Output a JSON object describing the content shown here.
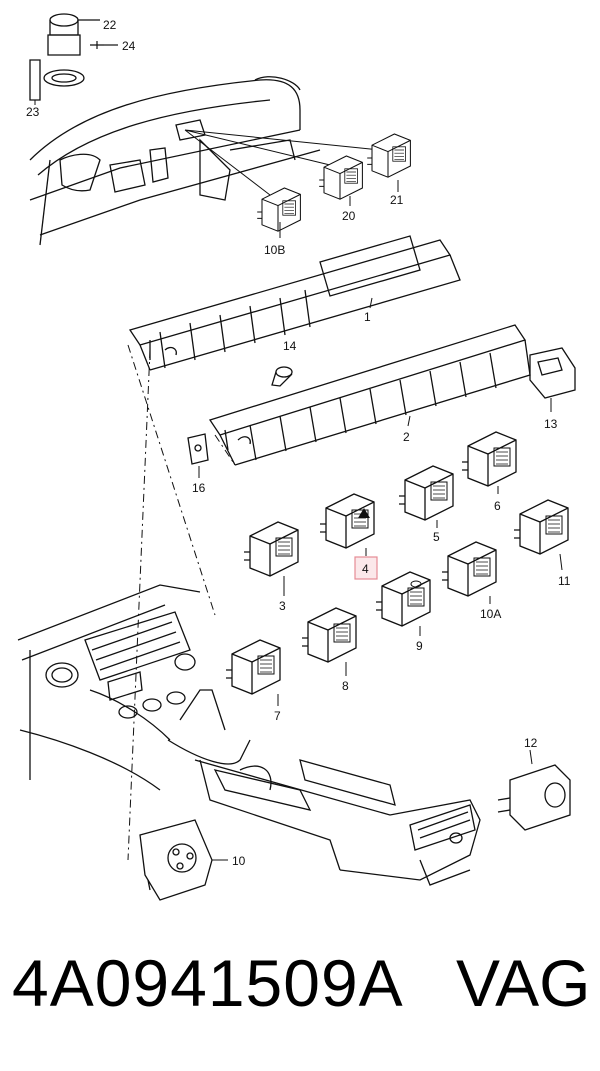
{
  "callouts": {
    "c22": "22",
    "c24": "24",
    "c23": "23",
    "c20": "20",
    "c21": "21",
    "c10b": "10B",
    "c1": "1",
    "c14": "14",
    "c13": "13",
    "c2": "2",
    "c16": "16",
    "c5": "5",
    "c6": "6",
    "c4": "4",
    "c11": "11",
    "c3": "3",
    "c10a": "10A",
    "c9": "9",
    "c8": "8",
    "c7": "7",
    "c12": "12",
    "c10": "10"
  },
  "highlighted_callout": "4",
  "footer": {
    "part_number": "4A0941509A",
    "brand": "VAG"
  }
}
